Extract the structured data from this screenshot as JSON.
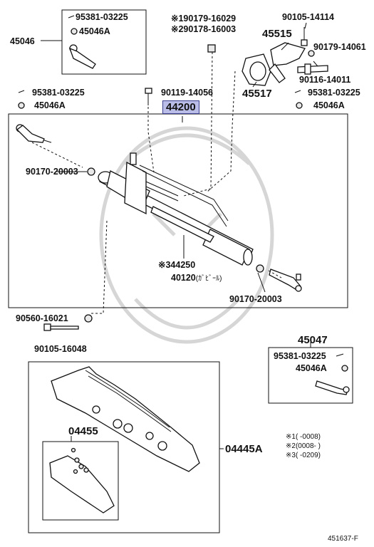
{
  "diagram": {
    "labels": {
      "tl_95381": "95381-03225",
      "tl_45046A": "45046A",
      "tl_45046": "45046",
      "ref1_190179": "※190179-16029",
      "ref2_290178": "※290178-16003",
      "p90105_14114": "90105-14114",
      "p45515": "45515",
      "p90179_14061": "90179-14061",
      "p90116_14011": "90116-14011",
      "p45517": "45517",
      "p90119_14056": "90119-14056",
      "p44200": "44200",
      "l_95381": "95381-03225",
      "l_45046A": "45046A",
      "r_95381": "95381-03225",
      "r_45046A": "45046A",
      "p90170_left": "90170-20003",
      "p44250": "※344250",
      "p40120": "40120",
      "p40120_note": "(ｶﾞﾋﾞｰﾙ)",
      "p90170_right": "90170-20003",
      "p90560": "90560-16021",
      "p90105_16048": "90105-16048",
      "p45047": "45047",
      "br_95381": "95381-03225",
      "br_45046A": "45046A",
      "p04455": "04455",
      "p04445A": "04445A",
      "note1": "※1(      -0008)",
      "note2": "※2(0008-       )",
      "note3": "※3(      -0209)",
      "fig_id": "451637-F"
    }
  }
}
